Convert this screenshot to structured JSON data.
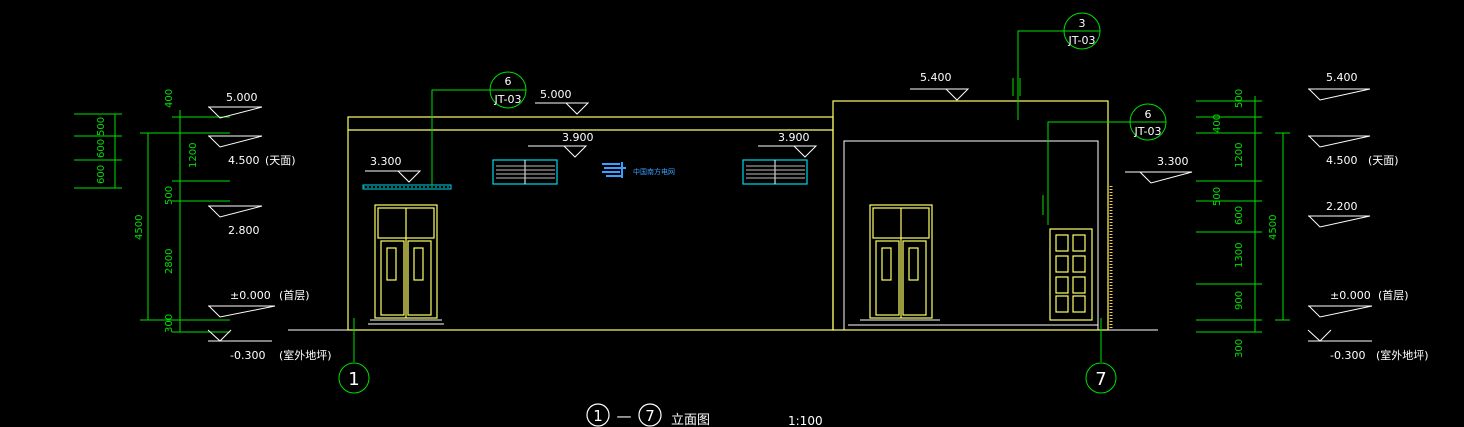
{
  "drawing": {
    "title_grid_from": "1",
    "title_dash": "—",
    "title_grid_to": "7",
    "title_text": "立面图",
    "scale": "1:100"
  },
  "grids": {
    "left": "1",
    "right": "7"
  },
  "details": [
    {
      "num": "6",
      "ref": "JT-03"
    },
    {
      "num": "3",
      "ref": "JT-03"
    },
    {
      "num": "6",
      "ref": "JT-03"
    }
  ],
  "levels_left": {
    "roof_top": "5.000",
    "roof": "4.500",
    "roof_note": "(天面)",
    "window_top": "2.800",
    "ground": "±0.000",
    "ground_note": "(首层)",
    "outdoor": "-0.300",
    "outdoor_note": "(室外地坪)"
  },
  "levels_mid": {
    "parapet": "5.000",
    "high_parapet": "5.400",
    "vent_left": "3.900",
    "vent_right": "3.900",
    "canopy_left": "3.300",
    "canopy_right": "3.300"
  },
  "levels_right": {
    "top": "5.400",
    "roof": "4.500",
    "roof_note": "(天面)",
    "door_top": "2.200",
    "ground": "±0.000",
    "ground_note": "(首层)",
    "outdoor": "-0.300",
    "outdoor_note": "(室外地坪)"
  },
  "dims_left": {
    "chain": [
      "400",
      "1200",
      "500",
      "2800",
      "300"
    ],
    "total": "4500",
    "left_stack": [
      "600",
      "600",
      "500"
    ]
  },
  "dims_right": {
    "chain": [
      "500",
      "400",
      "1200",
      "500",
      "600",
      "1300",
      "900",
      "300"
    ],
    "total": "4500"
  },
  "sign_text": "中国南方电网",
  "colors": {
    "outline": "#ffff66",
    "dimension": "#00e000",
    "text": "#ffffff",
    "accent": "#00d8e8",
    "background": "#000000"
  }
}
